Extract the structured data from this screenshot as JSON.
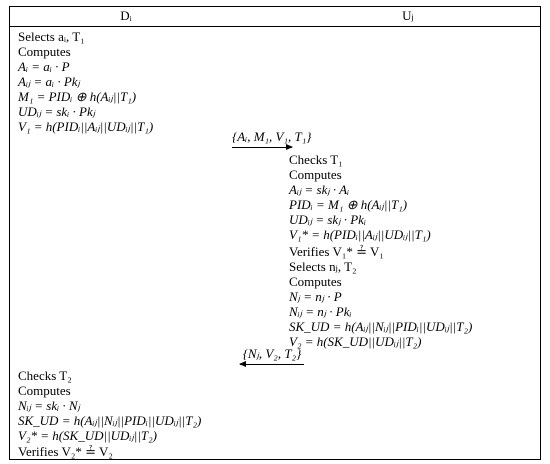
{
  "header": {
    "left": "Dᵢ",
    "right": "Uⱼ"
  },
  "d_block1": [
    "Selects aᵢ, T₁",
    "Computes",
    "Aᵢ = aᵢ · P",
    "Aᵢⱼ = aᵢ · Pkⱼ",
    "M₁ = PIDᵢ ⊕ h(Aᵢⱼ||T₁)",
    "UDᵢⱼ = skᵢ · Pkⱼ",
    "V₁ = h(PIDᵢ||Aᵢⱼ||UDᵢⱼ||T₁)"
  ],
  "msg1": "{Aᵢ, M₁, V₁, T₁}",
  "u_block": [
    "Checks T₁",
    "Computes",
    "Aᵢⱼ = skⱼ · Aᵢ",
    "PIDᵢ = M₁ ⊕ h(Aᵢⱼ||T₁)",
    "UDᵢⱼ = skⱼ · Pkᵢ",
    "V₁* = h(PIDᵢ||Aᵢⱼ||UDᵢⱼ||T₁)",
    "Verifies V₁* ≟ V₁",
    "Selects nⱼ, T₂",
    "Computes",
    "Nⱼ = nⱼ · P",
    "Nᵢⱼ = nⱼ · Pkᵢ",
    "SK_UD = h(Aᵢⱼ||Nᵢⱼ||PIDᵢ||UDᵢⱼ||T₂)",
    "V₂ = h(SK_UD||UDᵢⱼ||T₂)"
  ],
  "msg2": "{Nⱼ, V₂, T₂}",
  "d_block2": [
    "Checks T₂",
    "Computes",
    "Nᵢⱼ = skᵢ · Nⱼ",
    "SK_UD = h(Aᵢⱼ||Nᵢⱼ||PIDᵢ||UDᵢⱼ||T₂)",
    "V₂* = h(SK_UD||UDᵢⱼ||T₂)",
    "Verifies V₂* ≟ V₂"
  ]
}
